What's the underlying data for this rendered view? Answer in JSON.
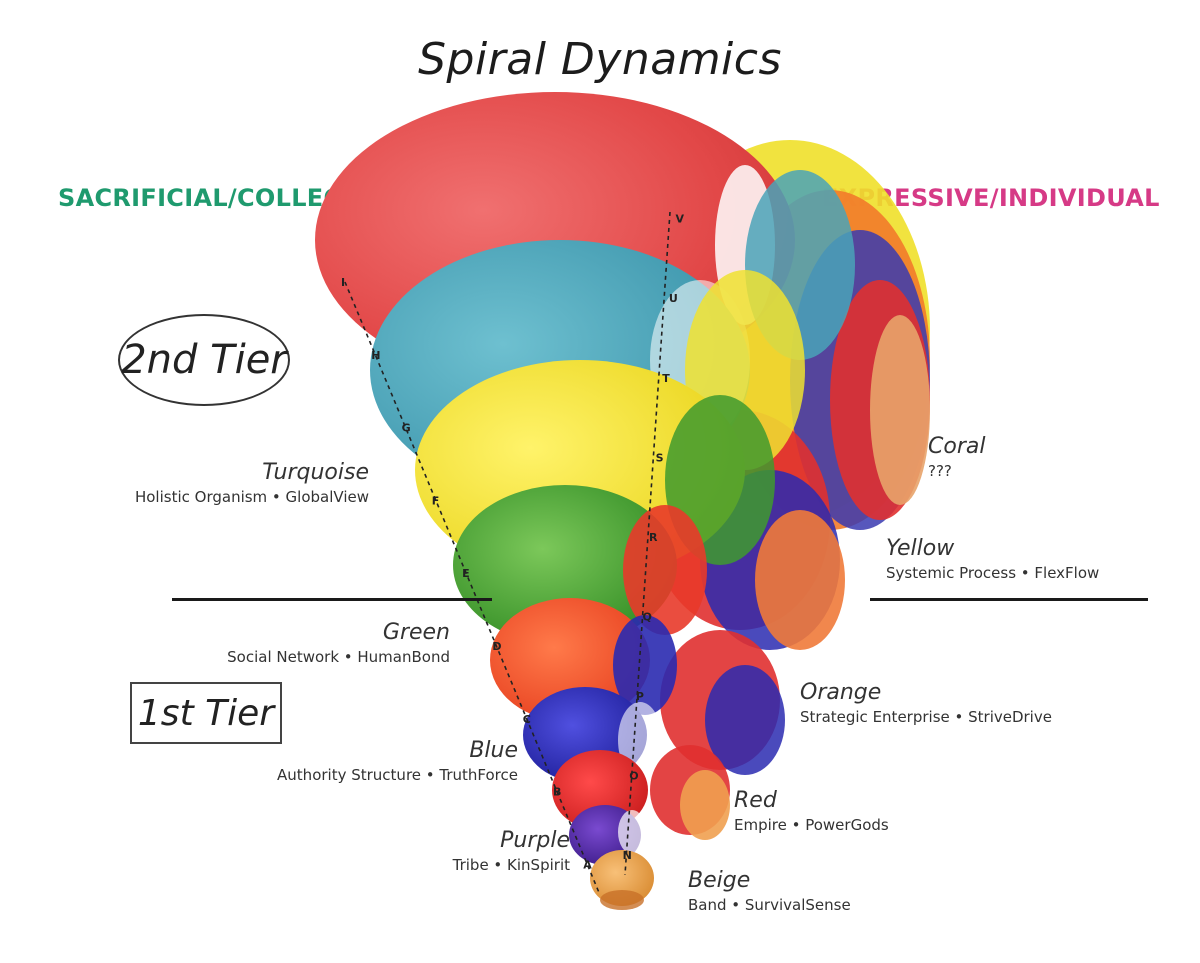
{
  "title": "Spiral Dynamics",
  "axis_labels": {
    "left": "SACRIFICIAL/COLLECTIVE",
    "right": "EXPRESSIVE/INDIVIDUAL"
  },
  "tiers": {
    "second": "2nd Tier",
    "first": "1st Tier"
  },
  "levels": [
    {
      "name": "Coral",
      "desc": "???",
      "color": "#e8a36a"
    },
    {
      "name": "Turquoise",
      "desc": "Holistic Organism • GlobalView",
      "color": "#4ba3b8"
    },
    {
      "name": "Yellow",
      "desc": "Systemic Process • FlexFlow",
      "color": "#f2e12a"
    },
    {
      "name": "Green",
      "desc": "Social Network • HumanBond",
      "color": "#3f9a2e"
    },
    {
      "name": "Orange",
      "desc": "Strategic Enterprise • StriveDrive",
      "color": "#f0502a"
    },
    {
      "name": "Blue",
      "desc": "Authority Structure • TruthForce",
      "color": "#2a2ab0"
    },
    {
      "name": "Red",
      "desc": "Empire • PowerGods",
      "color": "#e02a2a"
    },
    {
      "name": "Purple",
      "desc": "Tribe • KinSpirit",
      "color": "#4a2aa0"
    },
    {
      "name": "Beige",
      "desc": "Band • SurvivalSense",
      "color": "#e8a050"
    }
  ],
  "left_line_letters": [
    "I",
    "H",
    "G",
    "F",
    "E",
    "D",
    "C",
    "B",
    "A"
  ],
  "right_line_letters": [
    "V",
    "U",
    "T",
    "S",
    "R",
    "Q",
    "P",
    "O",
    "N"
  ],
  "colors": {
    "coral_red": "#e85a5a",
    "left_label": "#1f9a6e",
    "right_label": "#d63a86"
  }
}
